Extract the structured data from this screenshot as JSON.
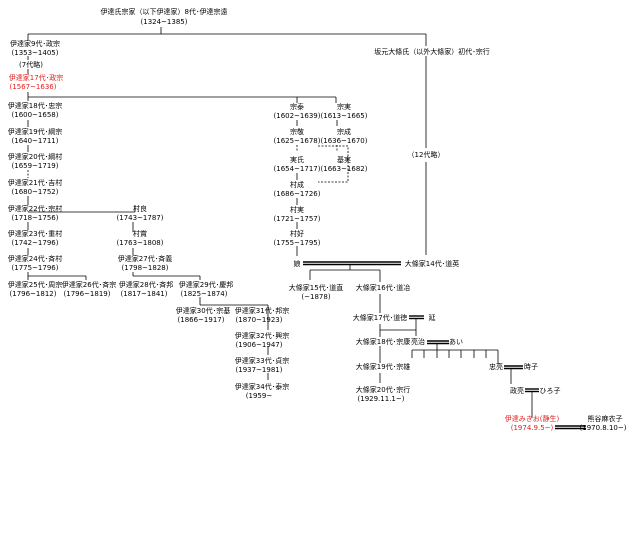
{
  "nodes": {
    "root": {
      "l1": "伊達氏宗家（以下伊達家）8代･伊達宗遠",
      "l2": "(1324~1385)"
    },
    "d9": {
      "l1": "伊達家9代･政宗",
      "l2": "(1353~1405)"
    },
    "sakamoto": {
      "l1": "坂元大條氏（以外大條家）初代･宗行"
    },
    "d7ryaku": {
      "l1": "(7代略)"
    },
    "d17": {
      "l1": "伊達家17代･政宗",
      "l2": "(1567~1636)"
    },
    "d18": {
      "l1": "伊達家18代･忠宗",
      "l2": "(1600~1658)"
    },
    "d19": {
      "l1": "伊達家19代･綱宗",
      "l2": "(1640~1711)"
    },
    "d20": {
      "l1": "伊達家20代･綱村",
      "l2": "(1659~1719)"
    },
    "d21": {
      "l1": "伊達家21代･吉村",
      "l2": "(1680~1752)"
    },
    "d22": {
      "l1": "伊達家22代･宗村",
      "l2": "(1718~1756)"
    },
    "d23": {
      "l1": "伊達家23代･重村",
      "l2": "(1742~1796)"
    },
    "d24": {
      "l1": "伊達家24代･斉村",
      "l2": "(1775~1796)"
    },
    "d25": {
      "l1": "伊達家25代･周宗",
      "l2": "(1796~1812)"
    },
    "d26": {
      "l1": "伊達家26代･斉宗",
      "l2": "(1796~1819)"
    },
    "muranaga": {
      "l1": "村良",
      "l2": "(1743~1787)"
    },
    "murasada": {
      "l1": "村賞",
      "l2": "(1763~1808)"
    },
    "d27": {
      "l1": "伊達家27代･斉義",
      "l2": "(1798~1828)"
    },
    "d28": {
      "l1": "伊達家28代･斉邦",
      "l2": "(1817~1841)"
    },
    "d29": {
      "l1": "伊達家29代･慶邦",
      "l2": "(1825~1874)"
    },
    "d30": {
      "l1": "伊達家30代･宗基",
      "l2": "(1866~1917)"
    },
    "d31": {
      "l1": "伊達家31代･邦宗",
      "l2": "(1870~1923)"
    },
    "d32": {
      "l1": "伊達家32代･興宗",
      "l2": "(1906~1947)"
    },
    "d33": {
      "l1": "伊達家33代･貞宗",
      "l2": "(1937~1981)"
    },
    "d34": {
      "l1": "伊達家34代･泰宗",
      "l2": "(1959~"
    },
    "munetai": {
      "l1": "宗泰",
      "l2": "(1602~1639)"
    },
    "munezane": {
      "l1": "宗実",
      "l2": "(1613~1665)"
    },
    "muneisa": {
      "l1": "宗敬",
      "l2": "(1625~1678)"
    },
    "munenari": {
      "l1": "宗成",
      "l2": "(1636~1670)"
    },
    "sanesuke": {
      "l1": "実氏",
      "l2": "(1654~1717)"
    },
    "motozane": {
      "l1": "基実",
      "l2": "(1663~1682)"
    },
    "muranari": {
      "l1": "村成",
      "l2": "(1686~1726)"
    },
    "murazane": {
      "l1": "村実",
      "l2": "(1721~1757)"
    },
    "murayoshi": {
      "l1": "村好",
      "l2": "(1755~1795)"
    },
    "musume": {
      "l1": "娘"
    },
    "d12ryaku": {
      "l1": "（12代略）"
    },
    "o14": {
      "l1": "大條家14代･道英"
    },
    "o15": {
      "l1": "大條家15代･道直",
      "l2": "(~1878)"
    },
    "o16": {
      "l1": "大條家16代･道冶"
    },
    "o17": {
      "l1": "大條家17代･道徳"
    },
    "ko": {
      "l1": "延"
    },
    "o18": {
      "l1": "大條家18代･宗康"
    },
    "ryoji": {
      "l1": "亮治"
    },
    "ai": {
      "l1": "あい"
    },
    "tadamasa": {
      "l1": "忠亮"
    },
    "tokiko": {
      "l1": "時子"
    },
    "o19": {
      "l1": "大條家19代･宗雄"
    },
    "o20": {
      "l1": "大條家20代･宗行",
      "l2": "(1929.11.1~)"
    },
    "masasuke": {
      "l1": "政亮"
    },
    "hiroko": {
      "l1": "ひろ子"
    },
    "mikio": {
      "l1": "伊達みきお(静生)",
      "l2": "(1974.9.5~)"
    },
    "kumagai": {
      "l1": "熊谷麻衣子",
      "l2": "(1970.8.10~)"
    }
  },
  "colors": {
    "text": "#000000",
    "highlight": "#e0201c",
    "line": "#000000"
  }
}
